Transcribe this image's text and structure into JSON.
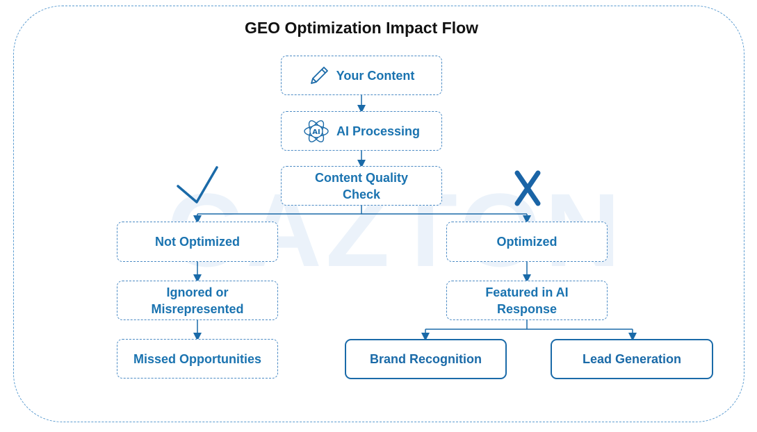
{
  "title": "GEO Optimization Impact Flow",
  "watermark": "CAZTON",
  "nodes": {
    "your_content": "Your Content",
    "ai_processing": "AI Processing",
    "quality_check": "Content Quality Check",
    "not_optimized": "Not Optimized",
    "optimized": "Optimized",
    "ignored": "Ignored or Misrepresented",
    "featured": "Featured in AI Response",
    "missed": "Missed Opportunities",
    "brand": "Brand Recognition",
    "lead": "Lead Generation"
  },
  "icons": {
    "your_content": "pencil-icon",
    "ai_processing": "ai-brain-icon",
    "left_branch": "checkmark-icon",
    "right_branch": "x-mark-icon"
  },
  "colors": {
    "text": "#1a73b0",
    "line": "#1a6aa8",
    "frame": "#5a9bd0"
  }
}
